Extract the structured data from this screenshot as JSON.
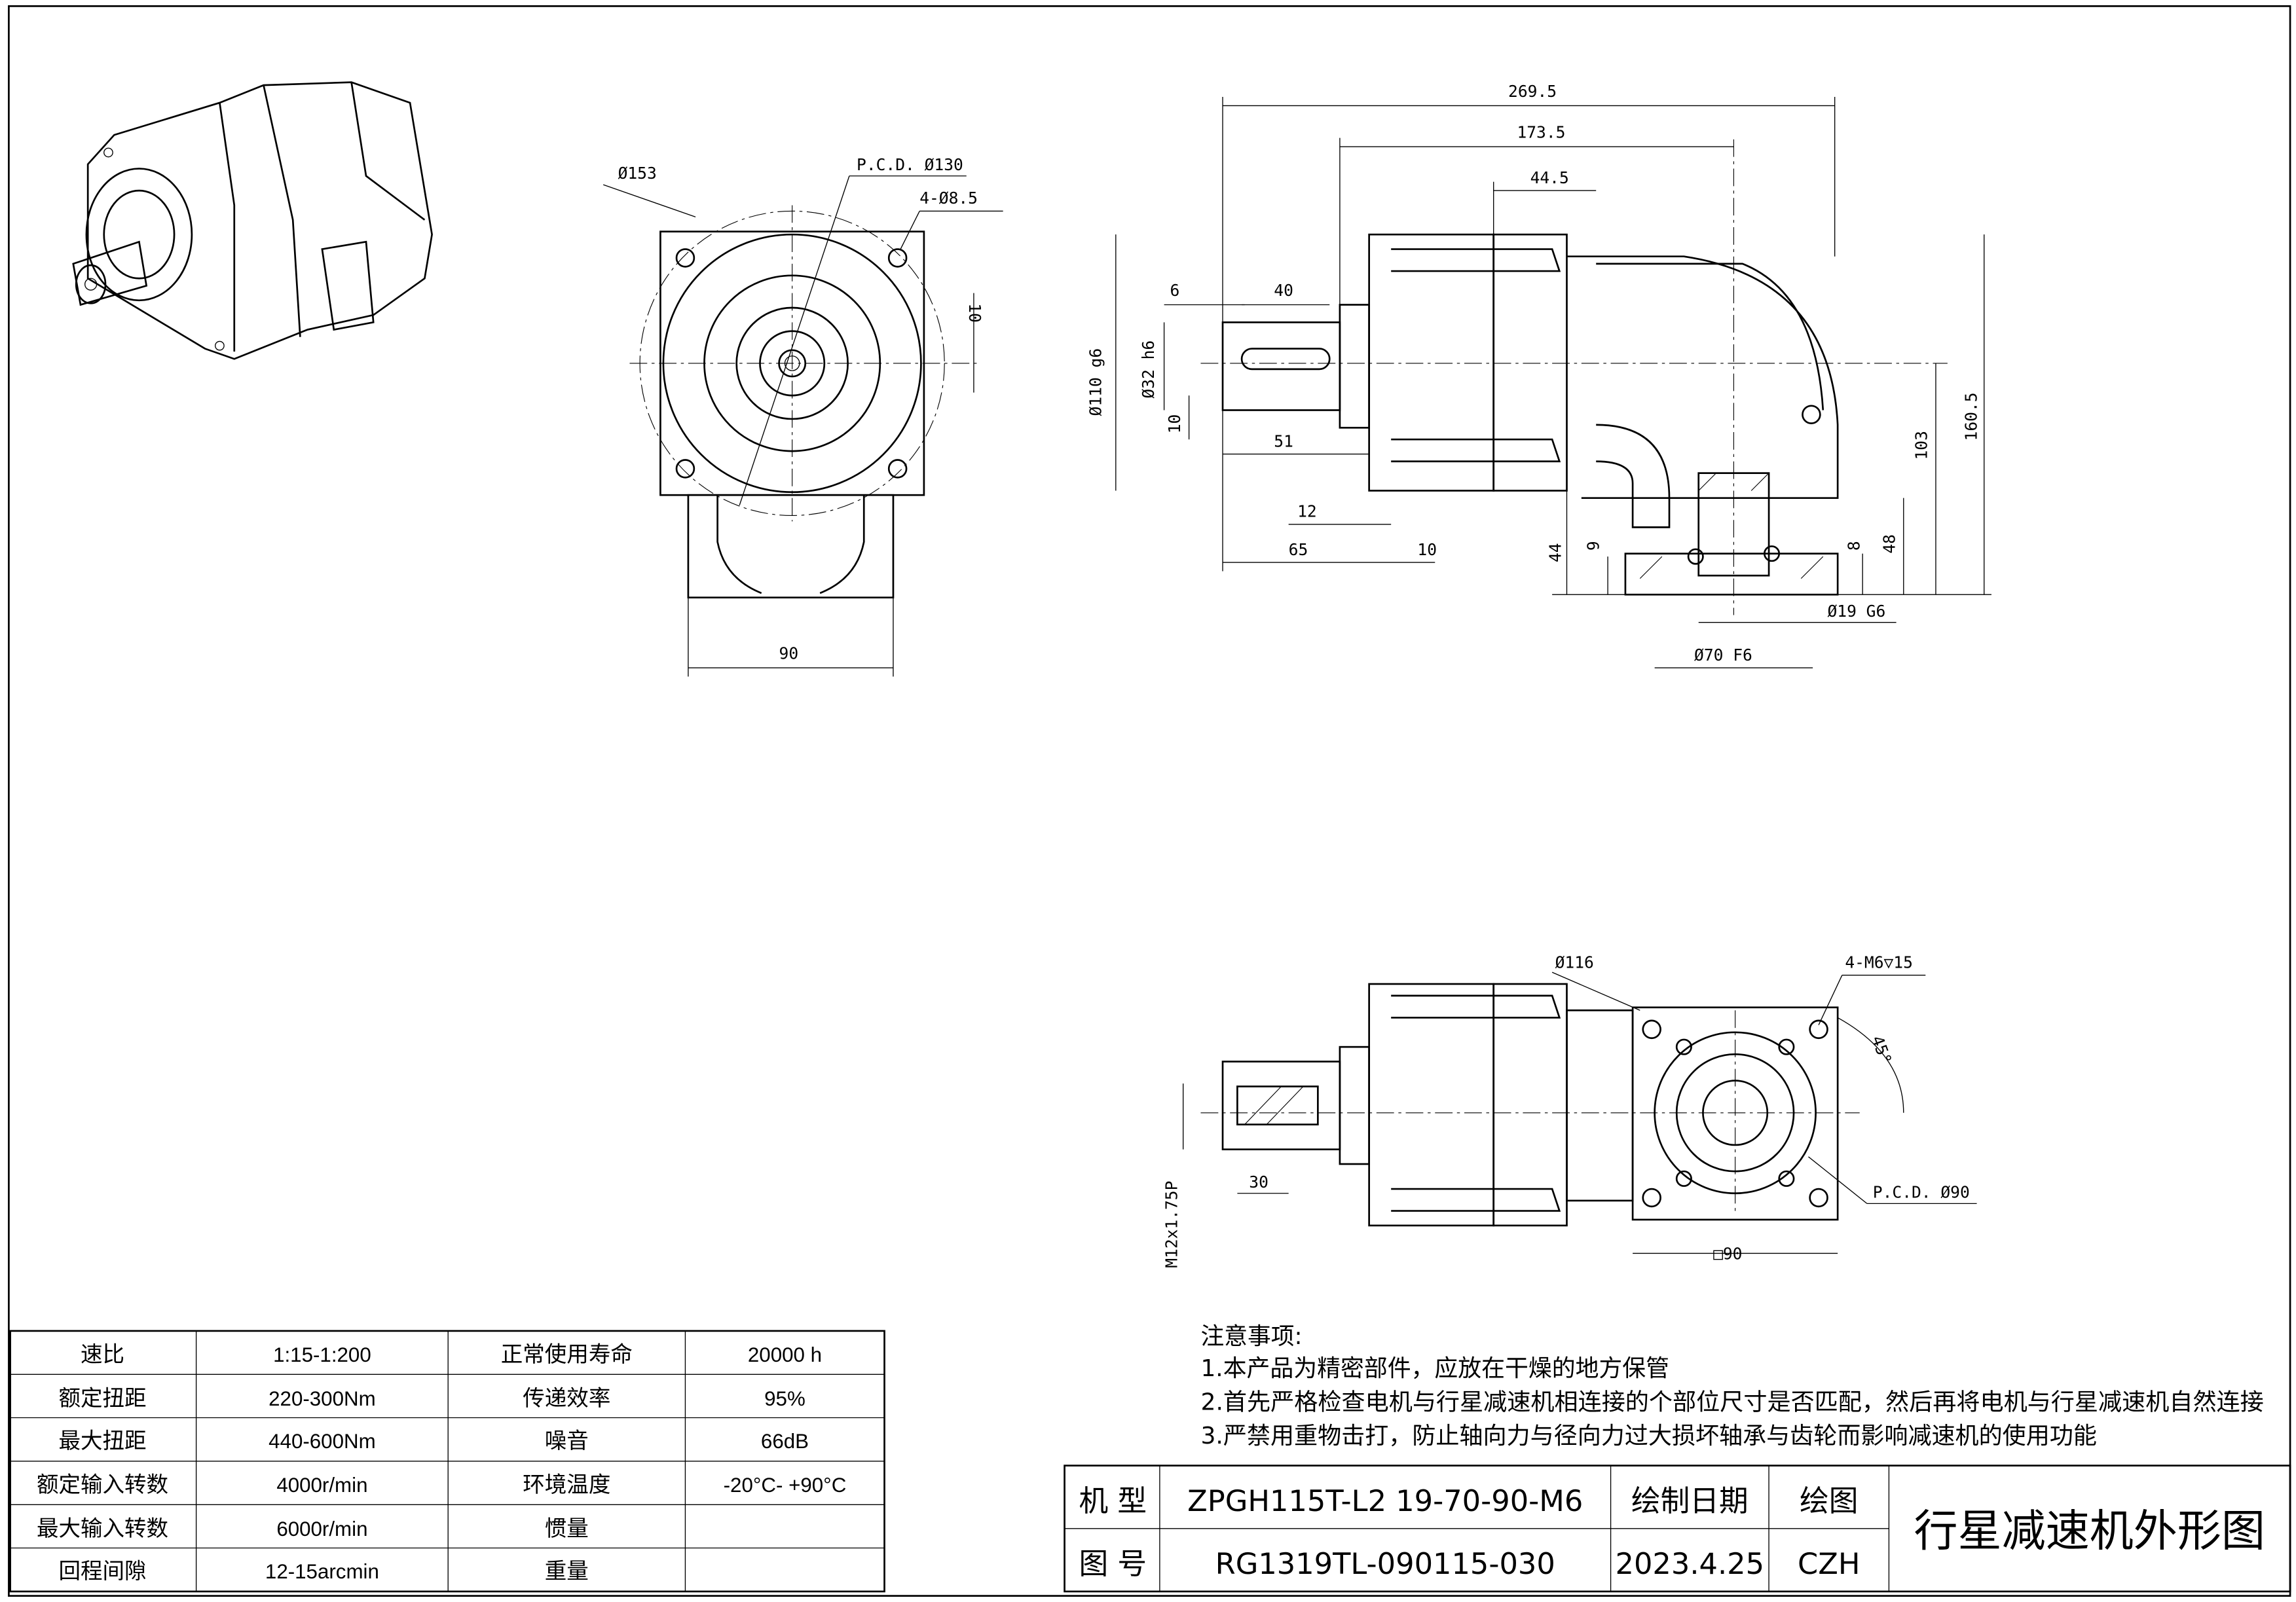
{
  "front_view": {
    "dims": {
      "d153": "Ø153",
      "pcd130": "P.C.D. Ø130",
      "holes": "4-Ø8.5",
      "key10": "10",
      "width90": "90"
    }
  },
  "side_view": {
    "dims": {
      "l269": "269.5",
      "l173": "173.5",
      "l44_5": "44.5",
      "d6": "6",
      "d40": "40",
      "d110": "Ø110 g6",
      "d32": "Ø32 h6",
      "d10a": "10",
      "d51": "51",
      "d12": "12",
      "d65": "65",
      "d10b": "10",
      "h103": "103",
      "h160": "160.5",
      "h44": "44",
      "h9": "9",
      "h8": "8",
      "h48": "48",
      "d19": "Ø19 G6",
      "d70": "Ø70 F6"
    }
  },
  "bottom_view": {
    "dims": {
      "d116": "Ø116",
      "m6": "4-M6▽15",
      "ang": "45°",
      "thread": "M12x1.75P",
      "d30": "30",
      "pcd90": "P.C.D. Ø90",
      "sq90": "□90"
    }
  },
  "specs": {
    "rows": [
      {
        "k1": "速比",
        "v1": "1:15-1:200",
        "k2": "正常使用寿命",
        "v2": "20000 h"
      },
      {
        "k1": "额定扭距",
        "v1": "220-300Nm",
        "k2": "传递效率",
        "v2": "95%"
      },
      {
        "k1": "最大扭距",
        "v1": "440-600Nm",
        "k2": "噪音",
        "v2": "66dB"
      },
      {
        "k1": "额定输入转数",
        "v1": "4000r/min",
        "k2": "环境温度",
        "v2": "-20°C- +90°C"
      },
      {
        "k1": "最大输入转数",
        "v1": "6000r/min",
        "k2": "惯量",
        "v2": ""
      },
      {
        "k1": "回程间隙",
        "v1": "12-15arcmin",
        "k2": "重量",
        "v2": ""
      }
    ]
  },
  "notes": {
    "title": "注意事项:",
    "items": [
      "1.本产品为精密部件，应放在干燥的地方保管",
      "2.首先严格检查电机与行星减速机相连接的个部位尺寸是否匹配，然后再将电机与行星减速机自然连接",
      "3.严禁用重物击打，防止轴向力与径向力过大损坏轴承与齿轮而影响减速机的使用功能"
    ]
  },
  "title_block": {
    "model_label": "机  型",
    "model": "ZPGH115T-L2 19-70-90-M6",
    "drawing_no_label": "图  号",
    "drawing_no": "RG1319TL-090115-030",
    "date_label": "绘制日期",
    "date": "2023.4.25",
    "drawer_label": "绘图",
    "drawer": "CZH",
    "title": "行星减速机外形图"
  }
}
